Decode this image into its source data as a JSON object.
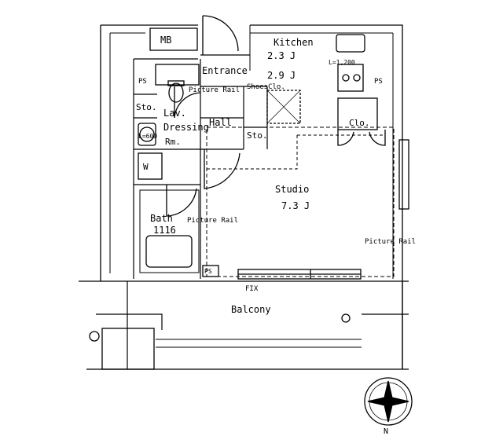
{
  "rooms": {
    "kitchen": {
      "name": "Kitchen",
      "area1": "2.3 J",
      "area2": "2.9 J"
    },
    "entrance": {
      "name": "Entrance"
    },
    "lavatory": {
      "name": "Lav."
    },
    "dressing": {
      "name": "Dressing",
      "suffix": "Rm."
    },
    "hall": {
      "name": "Hall"
    },
    "studio": {
      "name": "Studio",
      "area": "7.3 J"
    },
    "bath": {
      "name": "Bath",
      "size": "1116"
    },
    "balcony": {
      "name": "Balcony"
    }
  },
  "labels": {
    "mb": "MB",
    "ps": "PS",
    "sto": "Sto.",
    "clo": "Clo.",
    "shoes_clo": "ShoesClo.",
    "picture_rail": "Picture Rail",
    "fix": "FIX",
    "l600": "L=600",
    "l1200": "L=1,200",
    "washer": "W",
    "north": "N"
  }
}
